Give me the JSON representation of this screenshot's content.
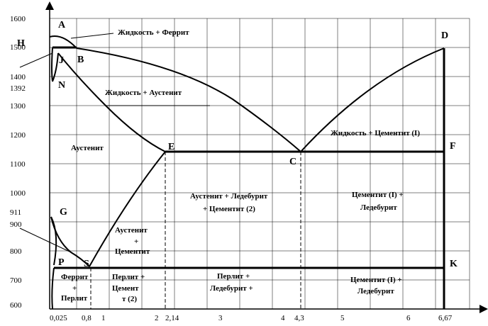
{
  "y_ticks": [
    "1600",
    "1500",
    "1400",
    "1392",
    "1300",
    "1200",
    "1100",
    "1000",
    "911",
    "900",
    "800",
    "700",
    "600"
  ],
  "x_ticks": [
    "0,025",
    "0,8",
    "1",
    "2",
    "2,14",
    "3",
    "4",
    "4,3",
    "5",
    "6",
    "6,67"
  ],
  "points": {
    "A": "A",
    "H": "H",
    "J": "J",
    "B": "B",
    "N": "N",
    "D": "D",
    "E": "E",
    "C": "C",
    "F": "F",
    "G": "G",
    "P": "P",
    "S": "S",
    "K": "K"
  },
  "regions": {
    "liquid_ferrite": "Жидкость + Феррит",
    "liquid_austenite": "Жидкость + Аустенит",
    "liquid_cementite": "Жидкость + Цементит (I)",
    "austenite": "Аустенит",
    "austenite_ledeburite_1": "Аустенит + Ледебурит",
    "austenite_ledeburite_2": "+ Цементит (2)",
    "cementite_ledeburite_1": "Цементит (I) +",
    "cementite_ledeburite_2": "Ледебурит",
    "austenite_cementite_1": "Аустенит",
    "austenite_cementite_2": "+",
    "austenite_cementite_3": "Цементит",
    "ferrite_pearlite_1": "Феррит",
    "ferrite_pearlite_2": "+",
    "ferrite_pearlite_3": "Перлит",
    "pearlite_cementite_1": "Перлит +",
    "pearlite_cementite_2": "Цемент",
    "pearlite_cementite_3": "т (2)",
    "pearlite_ledeburite_1": "Перлит +",
    "pearlite_ledeburite_2": "Ледебурит +",
    "cementite_ledeburite_low_1": "Цементит (I) +",
    "cementite_ledeburite_low_2": "Ледебурит"
  }
}
